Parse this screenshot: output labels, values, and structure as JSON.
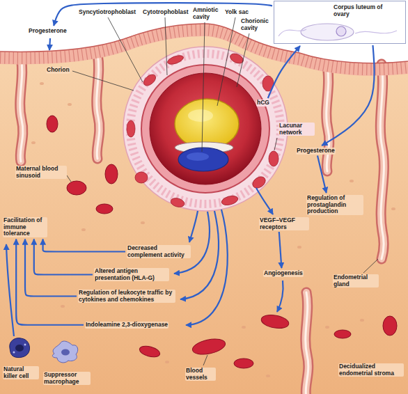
{
  "diagram": {
    "nodes": [
      {
        "text": [
          "Corpus luteum of ovary"
        ]
      },
      {
        "text": [
          "Progesterone"
        ]
      },
      {
        "text": [
          "hCG"
        ]
      },
      {
        "text": [
          "Progesterone"
        ]
      },
      {
        "text": [
          "Facilitation of immune tolerance"
        ]
      },
      {
        "text": [
          "Decreased complement activity"
        ]
      },
      {
        "text": [
          "VEGF–VEGF receptors"
        ]
      },
      {
        "text": [
          "Regulation of prostaglandin production"
        ]
      },
      {
        "text": [
          "Altered antigen presentation (HLA-G)"
        ]
      },
      {
        "text": [
          "Angiogenesis"
        ]
      },
      {
        "text": [
          "Regulation of leukocyte traffic by cytokines and chemokines"
        ]
      },
      {
        "text": [
          "Indoleamine 2,3-dioxygenase"
        ]
      }
    ],
    "edges": [
      {
        "from": 0,
        "to": 1,
        "arrow": "to"
      },
      {
        "from": 2,
        "to": 0,
        "arrow": "to"
      },
      {
        "from": 0,
        "to": 3,
        "arrow": "to"
      },
      {
        "from": 3,
        "to": 7,
        "arrow": "to"
      },
      {
        "from": 5,
        "to": 4,
        "arrow": "to"
      },
      {
        "from": 8,
        "to": 4,
        "arrow": "to"
      },
      {
        "from": 10,
        "to": 4,
        "arrow": "to"
      },
      {
        "from": 11,
        "to": 4,
        "arrow": "to"
      },
      {
        "from": 6,
        "to": 9,
        "arrow": "to"
      }
    ],
    "labels": [
      "Syncytiotrophoblast",
      "Cytotrophoblast",
      "Amniotic cavity",
      "Yolk sac",
      "Chorionic cavity",
      "Chorion",
      "Lacunar network",
      "Maternal blood sinusoid",
      "Natural killer cell",
      "Suppressor macrophage",
      "Blood vessels",
      "Endometrial gland",
      "Decidualized endometrial stroma"
    ]
  }
}
